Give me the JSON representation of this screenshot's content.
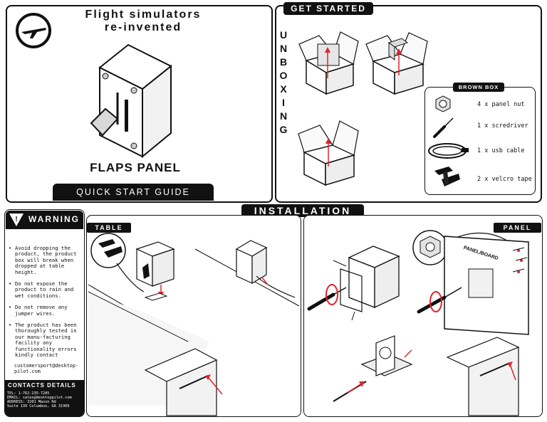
{
  "hero": {
    "title_line1": "Flight simulators",
    "title_line2": "re-invented",
    "product_name": "FLAPS PANEL",
    "guide_label": "QUICK START GUIDE",
    "logo_icon": "plane-logo-icon"
  },
  "get_started": {
    "header": "GET STARTED",
    "vertical_word": [
      "U",
      "N",
      "B",
      "O",
      "X",
      "I",
      "N",
      "G"
    ]
  },
  "brown_box": {
    "header": "BROWN BOX",
    "items": [
      {
        "icon": "panel-nut-icon",
        "label": "4 x panel nut"
      },
      {
        "icon": "screwdriver-icon",
        "label": "1 x scredriver"
      },
      {
        "icon": "usb-cable-icon",
        "label": "1 x usb cable"
      },
      {
        "icon": "velcro-tape-icon",
        "label": "2 x velcro tape"
      }
    ]
  },
  "warning": {
    "header": "WARNING",
    "items": [
      "Avoid dropping the product, the product box will break when dropped at table height.",
      "Do not expose the product to rain and wet conditions.",
      "Do not remove any jumper wires.",
      "The product has been thoroughly tested in our manu-facturing facility any functionality errors kindly contact"
    ],
    "email": "customersport@desktop-pilot.com"
  },
  "contacts": {
    "header": "CONTACTS DETAILS",
    "lines": [
      "TEL: 1-762-235-7285",
      "EMAIL: sales@desktoppilot.com",
      "ADDRESS: 3201 Mason Rd",
      "Suite 139 Columbus, GA 31909"
    ]
  },
  "installation": {
    "header": "INSTALLATION",
    "table_label": "TABLE",
    "panel_label": "PANEL",
    "board_label": "PANEL/BOARD"
  },
  "colors": {
    "ink": "#111111",
    "accent_red": "#e0242a",
    "paper": "#ffffff"
  }
}
